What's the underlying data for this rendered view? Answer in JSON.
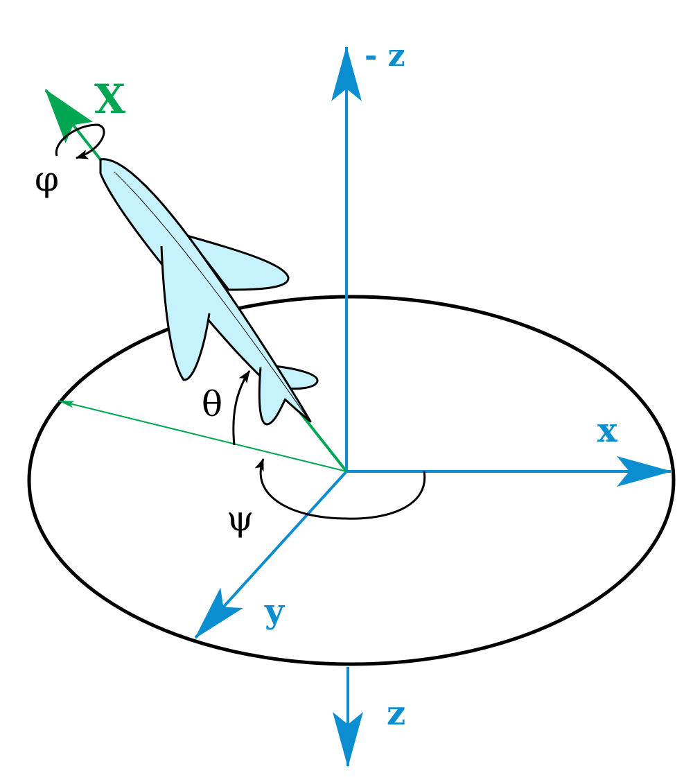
{
  "labels": {
    "neg_z": "- z",
    "body_x": "X",
    "phi": "φ",
    "theta": "θ",
    "psi": "ψ",
    "x": "x",
    "y": "y",
    "z": "z"
  },
  "colors": {
    "axis_blue": "#0a8ed0",
    "body_green": "#00a651",
    "plane_fill": "#c6f2fe",
    "outline": "#000000"
  },
  "icons": [
    "airplane-drawing"
  ]
}
